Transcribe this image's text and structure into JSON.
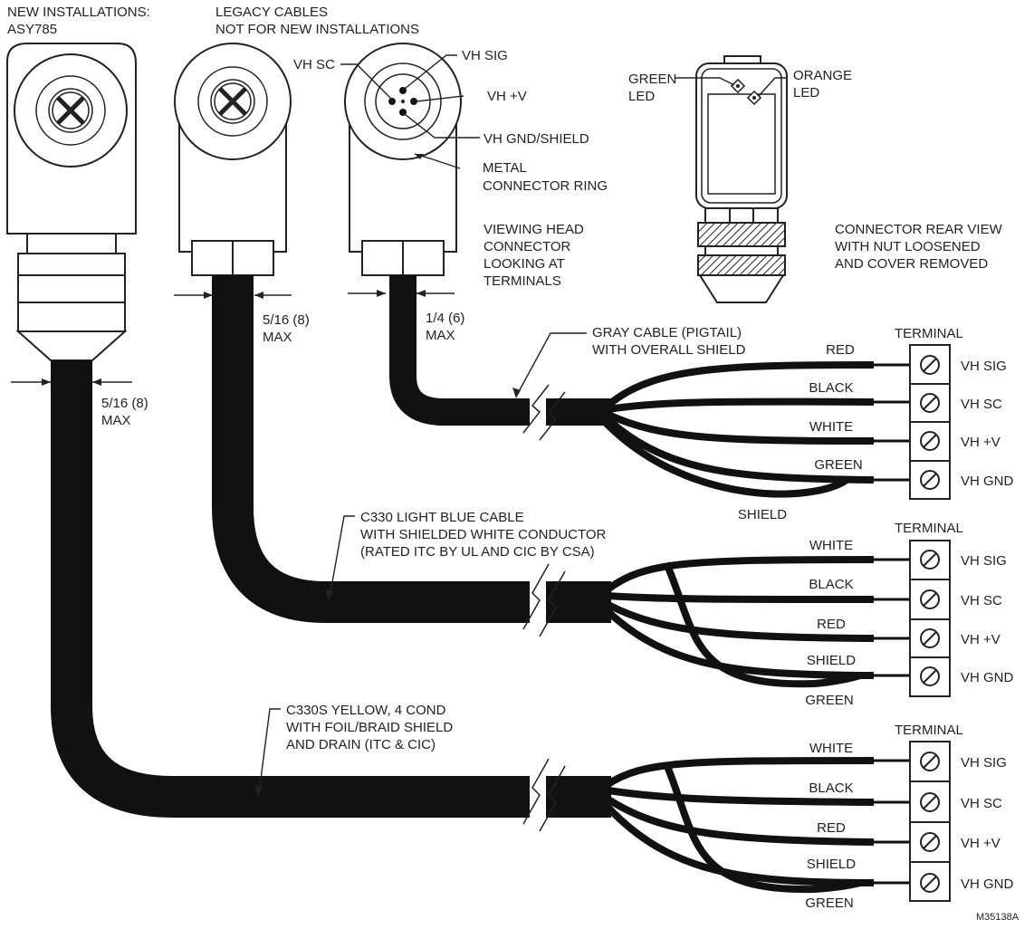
{
  "header": {
    "new_installations": [
      "NEW INSTALLATIONS:",
      "ASY785"
    ],
    "legacy": [
      "LEGACY CABLES",
      "NOT FOR NEW INSTALLATIONS"
    ]
  },
  "pin_labels": {
    "vh_sc": "VH SC",
    "vh_sig": "VH SIG",
    "vh_v": "VH +V",
    "vh_gnd_shield": "VH GND/SHIELD",
    "metal_ring": [
      "METAL",
      "CONNECTOR RING"
    ]
  },
  "viewing_head_note": [
    "VIEWING HEAD",
    "CONNECTOR",
    "LOOKING AT",
    "TERMINALS"
  ],
  "rear_view": {
    "green_led": [
      "GREEN",
      "LED"
    ],
    "orange_led": [
      "ORANGE",
      "LED"
    ],
    "caption": [
      "CONNECTOR REAR VIEW",
      "WITH NUT LOOSENED",
      "AND COVER REMOVED"
    ]
  },
  "dimensions": {
    "asy785": [
      "5/16 (8)",
      "MAX"
    ],
    "legacy_blue": [
      "5/16 (8)",
      "MAX"
    ],
    "pigtail": [
      "1/4 (6)",
      "MAX"
    ]
  },
  "cables": [
    {
      "label": [
        "GRAY CABLE (PIGTAIL)",
        "WITH OVERALL SHIELD"
      ],
      "terminal_title": "TERMINAL",
      "wire_labels": [
        "RED",
        "BLACK",
        "WHITE",
        "GREEN",
        "SHIELD"
      ],
      "terminals": [
        "VH SIG",
        "VH SC",
        "VH +V",
        "VH GND"
      ]
    },
    {
      "label": [
        "C330 LIGHT BLUE CABLE",
        "WITH SHIELDED WHITE CONDUCTOR",
        "(RATED ITC BY UL AND CIC BY CSA)"
      ],
      "terminal_title": "TERMINAL",
      "wire_labels": [
        "WHITE",
        "BLACK",
        "RED",
        "SHIELD",
        "GREEN"
      ],
      "terminals": [
        "VH SIG",
        "VH SC",
        "VH +V",
        "VH GND"
      ]
    },
    {
      "label": [
        "C330S YELLOW, 4 COND",
        "WITH FOIL/BRAID SHIELD",
        "AND DRAIN (ITC & CIC)"
      ],
      "terminal_title": "TERMINAL",
      "wire_labels": [
        "WHITE",
        "BLACK",
        "RED",
        "SHIELD",
        "GREEN"
      ],
      "terminals": [
        "VH SIG",
        "VH SC",
        "VH +V",
        "VH GND"
      ]
    }
  ],
  "figure_id": "M35138A"
}
